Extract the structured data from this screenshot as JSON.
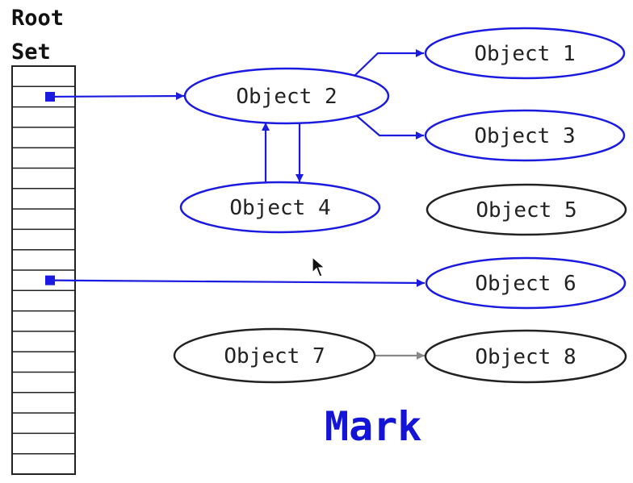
{
  "root_set": {
    "title_line1": "Root",
    "title_line2": "Set",
    "slot_count": 20
  },
  "colors": {
    "marked": "#1a1ae0",
    "unmarked": "#222222",
    "weak_arrow": "#888888",
    "caption": "#1414d8"
  },
  "objects": [
    {
      "id": "obj1",
      "label": "Object 1",
      "marked": true
    },
    {
      "id": "obj2",
      "label": "Object 2",
      "marked": true
    },
    {
      "id": "obj3",
      "label": "Object 3",
      "marked": true
    },
    {
      "id": "obj4",
      "label": "Object 4",
      "marked": true
    },
    {
      "id": "obj5",
      "label": "Object 5",
      "marked": false
    },
    {
      "id": "obj6",
      "label": "Object 6",
      "marked": true
    },
    {
      "id": "obj7",
      "label": "Object 7",
      "marked": false
    },
    {
      "id": "obj8",
      "label": "Object 8",
      "marked": false
    }
  ],
  "references": [
    {
      "from": "root-slot-2",
      "to": "obj2"
    },
    {
      "from": "root-slot-11",
      "to": "obj6"
    },
    {
      "from": "obj2",
      "to": "obj1"
    },
    {
      "from": "obj2",
      "to": "obj3"
    },
    {
      "from": "obj2",
      "to": "obj4"
    },
    {
      "from": "obj4",
      "to": "obj2"
    },
    {
      "from": "obj7",
      "to": "obj8"
    }
  ],
  "caption": "Mark",
  "icons": {
    "cursor": "mouse-pointer-icon"
  }
}
